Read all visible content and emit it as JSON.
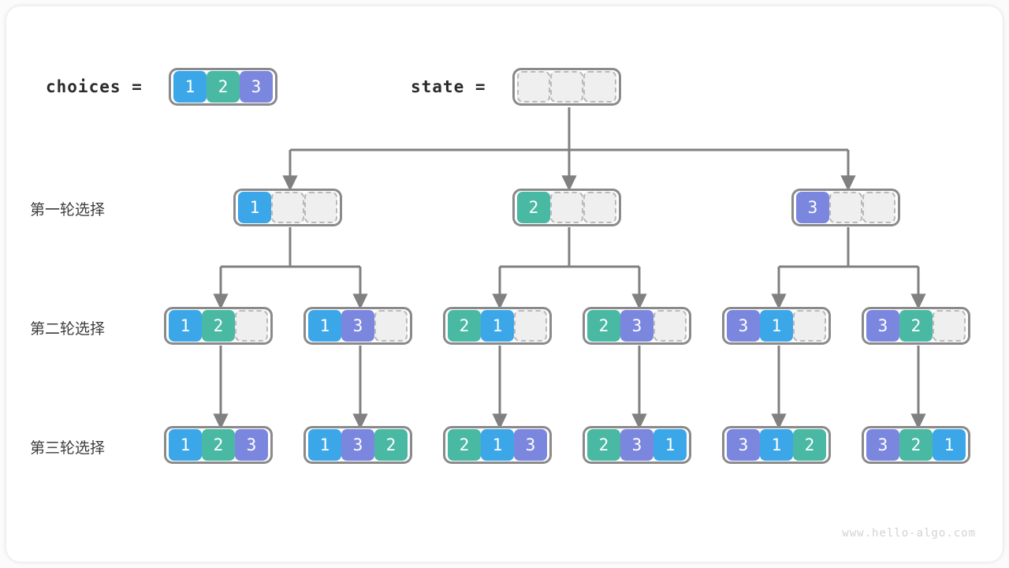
{
  "diagram": {
    "title_choices_label": "choices  =",
    "title_state_label": "state  =",
    "watermark": "www.hello-algo.com",
    "colors": {
      "value_1": "#3ba7e8",
      "value_2": "#49b9a3",
      "value_3": "#7b87de",
      "empty_cell": "#efeff0",
      "border": "#8a8a8a",
      "wire": "#808080"
    },
    "row_labels": [
      "第一轮选择",
      "第二轮选择",
      "第三轮选择"
    ],
    "choices": [
      "1",
      "2",
      "3"
    ],
    "state": [
      "",
      "",
      ""
    ],
    "round1": [
      {
        "cells": [
          "1",
          "",
          ""
        ]
      },
      {
        "cells": [
          "2",
          "",
          ""
        ]
      },
      {
        "cells": [
          "3",
          "",
          ""
        ]
      }
    ],
    "round2": [
      {
        "cells": [
          "1",
          "2",
          ""
        ]
      },
      {
        "cells": [
          "1",
          "3",
          ""
        ]
      },
      {
        "cells": [
          "2",
          "1",
          ""
        ]
      },
      {
        "cells": [
          "2",
          "3",
          ""
        ]
      },
      {
        "cells": [
          "3",
          "1",
          ""
        ]
      },
      {
        "cells": [
          "3",
          "2",
          ""
        ]
      }
    ],
    "round3": [
      {
        "cells": [
          "1",
          "2",
          "3"
        ]
      },
      {
        "cells": [
          "1",
          "3",
          "2"
        ]
      },
      {
        "cells": [
          "2",
          "1",
          "3"
        ]
      },
      {
        "cells": [
          "2",
          "3",
          "1"
        ]
      },
      {
        "cells": [
          "3",
          "1",
          "2"
        ]
      },
      {
        "cells": [
          "3",
          "2",
          "1"
        ]
      }
    ]
  }
}
